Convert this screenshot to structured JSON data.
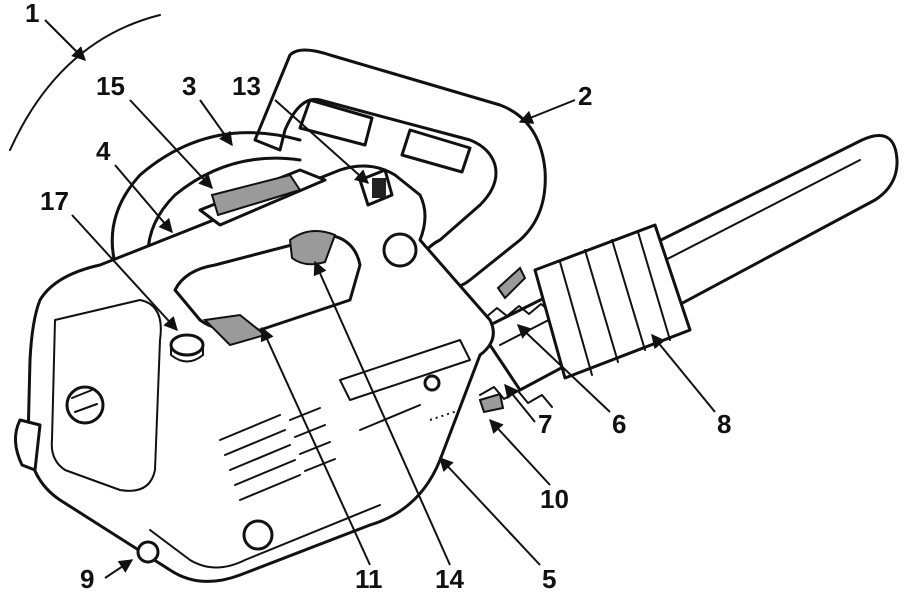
{
  "callouts": [
    {
      "id": "c1",
      "label": "1"
    },
    {
      "id": "c2",
      "label": "2"
    },
    {
      "id": "c3",
      "label": "3"
    },
    {
      "id": "c4",
      "label": "4"
    },
    {
      "id": "c5",
      "label": "5"
    },
    {
      "id": "c6",
      "label": "6"
    },
    {
      "id": "c7",
      "label": "7"
    },
    {
      "id": "c8",
      "label": "8"
    },
    {
      "id": "c9",
      "label": "9"
    },
    {
      "id": "c10",
      "label": "10"
    },
    {
      "id": "c11",
      "label": "11"
    },
    {
      "id": "c13",
      "label": "13"
    },
    {
      "id": "c14",
      "label": "14"
    },
    {
      "id": "c15",
      "label": "15"
    },
    {
      "id": "c17",
      "label": "17"
    }
  ],
  "colors": {
    "ink": "#111111",
    "shade": "#9a9a9a",
    "background": "#ffffff"
  }
}
